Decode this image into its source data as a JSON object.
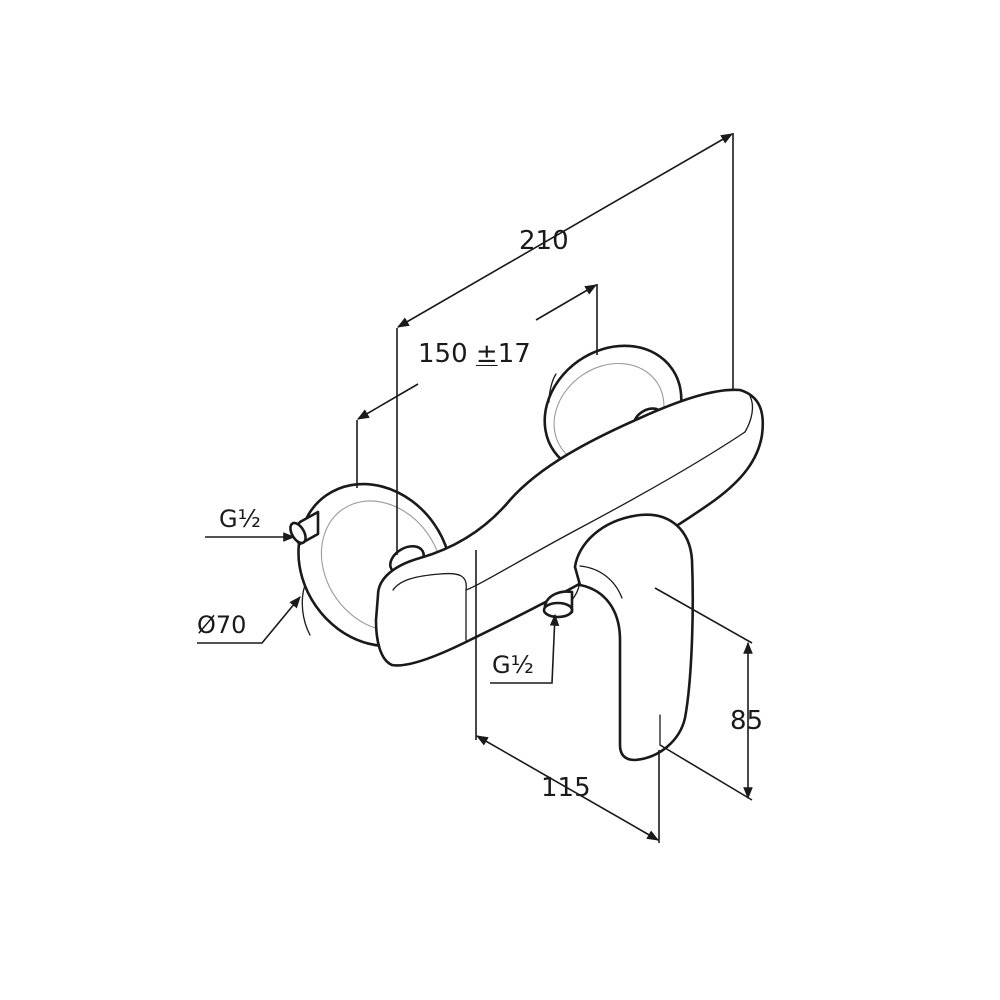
{
  "dimensions": {
    "overall_length": "210",
    "center_distance": "150",
    "center_tolerance_sign": "±",
    "center_tolerance_value": "17",
    "depth": "115",
    "height": "85",
    "flange_diameter": "Ø70",
    "thread_inlet": "G½",
    "thread_outlet": "G½"
  },
  "colors": {
    "line": "#1a1a1a",
    "background": "#ffffff",
    "hidden": "#9a9a9a"
  }
}
